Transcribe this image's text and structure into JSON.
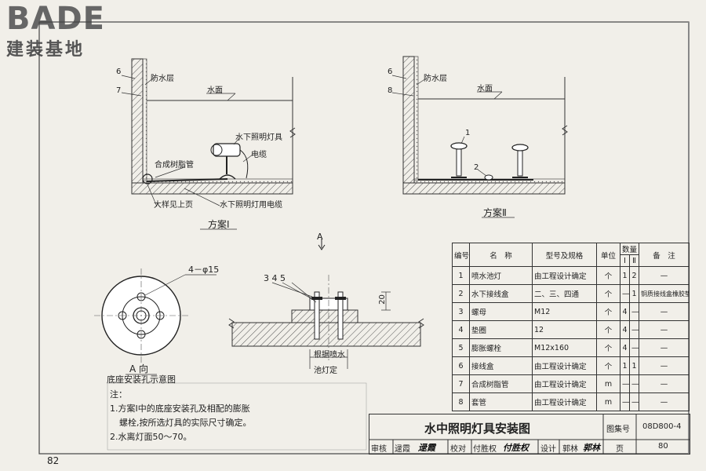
{
  "logo": {
    "word": "BADE",
    "subtitle": "建装基地"
  },
  "page_number": "82",
  "scheme1": {
    "caption": "方案Ⅰ",
    "labels": {
      "n6": "6",
      "n7": "7",
      "waterproof": "防水层",
      "water_surface": "水面",
      "lamp": "水下照明灯具",
      "cable": "电缆",
      "resin_pipe": "合成树脂管",
      "detail_ref": "大样见上页",
      "lamp_cable": "水下照明灯用电缆"
    }
  },
  "scheme2": {
    "caption": "方案Ⅱ",
    "labels": {
      "n6": "6",
      "n8": "8",
      "waterproof": "防水层",
      "water_surface": "水面",
      "n1": "1",
      "n2": "2"
    }
  },
  "base_detail": {
    "view_mark": "A",
    "hole_label": "4－φ15",
    "view_caption": "A 向",
    "view_subcaption": "底座安装孔示意图",
    "part_labels": "3  4  5",
    "dim_20": "20",
    "pool_note_1": "根据喷水",
    "pool_note_2": "池灯定"
  },
  "notes": {
    "heading": "注：",
    "items": [
      "1.方案Ⅰ中的底座安装孔及相配的膨胀",
      "螺栓,按所选灯具的实际尺寸确定。",
      "2.水离灯面50～70。"
    ]
  },
  "materials_table": {
    "headers": {
      "no": "编号",
      "name": "名　称",
      "spec": "型号及规格",
      "unit": "单位",
      "qty": "数量",
      "qty_1": "Ⅰ",
      "qty_2": "Ⅱ",
      "remark": "备　注"
    },
    "rows": [
      {
        "no": "1",
        "name": "喷水池灯",
        "spec": "由工程设计确定",
        "unit": "个",
        "q1": "1",
        "q2": "2",
        "remark": "—"
      },
      {
        "no": "2",
        "name": "水下接线盒",
        "spec": "二、三、四通",
        "unit": "个",
        "q1": "—",
        "q2": "1",
        "remark": "铜质接线盒橡胶垫密封"
      },
      {
        "no": "3",
        "name": "螺母",
        "spec": "M12",
        "unit": "个",
        "q1": "4",
        "q2": "—",
        "remark": "—"
      },
      {
        "no": "4",
        "name": "垫圈",
        "spec": "12",
        "unit": "个",
        "q1": "4",
        "q2": "—",
        "remark": "—"
      },
      {
        "no": "5",
        "name": "膨胀螺栓",
        "spec": "M12x160",
        "unit": "个",
        "q1": "4",
        "q2": "—",
        "remark": "—"
      },
      {
        "no": "6",
        "name": "接线盒",
        "spec": "由工程设计确定",
        "unit": "个",
        "q1": "1",
        "q2": "1",
        "remark": "—"
      },
      {
        "no": "7",
        "name": "合成树脂管",
        "spec": "由工程设计确定",
        "unit": "m",
        "q1": "—",
        "q2": "—",
        "remark": "—"
      },
      {
        "no": "8",
        "name": "套管",
        "spec": "由工程设计确定",
        "unit": "m",
        "q1": "—",
        "q2": "—",
        "remark": "—"
      }
    ]
  },
  "title_block": {
    "title": "水中照明灯具安装图",
    "atlas_label": "图集号",
    "atlas_no": "08D800-4",
    "review_label": "审核",
    "reviewer": "逯霞",
    "reviewer_sign": "逯霞",
    "check_label": "校对",
    "checker": "付胜权",
    "checker_sign": "付胜权",
    "design_label": "设计",
    "designer": "郭林",
    "designer_sign": "郭林",
    "page_label": "页",
    "page_no": "80"
  }
}
